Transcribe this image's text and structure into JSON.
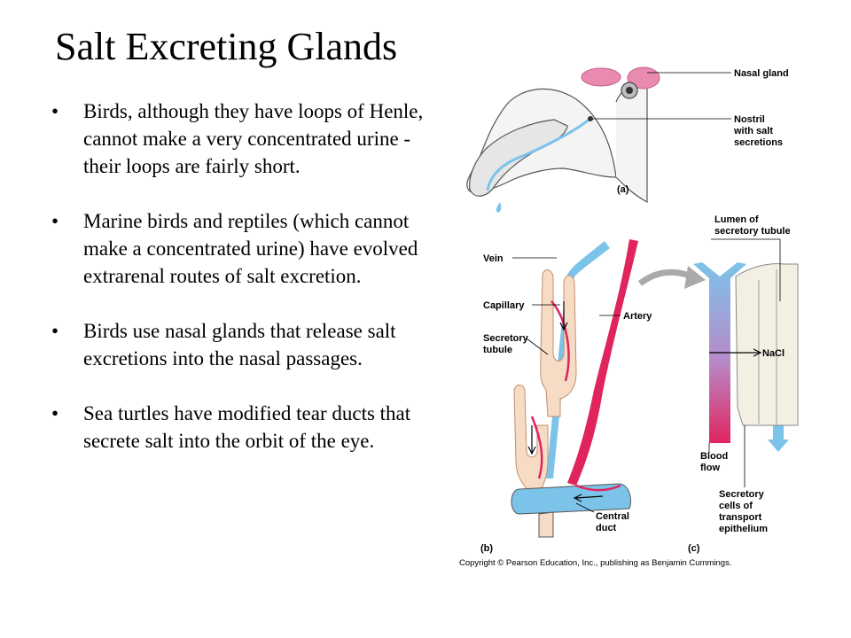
{
  "title": "Salt Excreting Glands",
  "bullet_glyph": "•",
  "bullets": [
    "Birds, although they have loops of Henle, cannot make a very concentrated urine - their loops are fairly short.",
    "Marine birds and reptiles (which cannot make a concentrated urine) have evolved extrarenal routes of salt excretion.",
    "Birds use nasal glands that release salt excretions into the nasal passages.",
    "Sea turtles have modified tear ducts that secrete salt into the orbit of the eye."
  ],
  "figure": {
    "labels": {
      "nasal_gland": "Nasal gland",
      "nostril_1": "Nostril",
      "nostril_2": "with salt",
      "nostril_3": "secretions",
      "panel_a": "(a)",
      "lumen_1": "Lumen of",
      "lumen_2": "secretory tubule",
      "vein": "Vein",
      "capillary": "Capillary",
      "artery": "Artery",
      "secretory_1": "Secretory",
      "secretory_2": "tubule",
      "nacl": "NaCl",
      "blood_1": "Blood",
      "blood_2": "flow",
      "central_1": "Central",
      "central_2": "duct",
      "cells_1": "Secretory",
      "cells_2": "cells of",
      "cells_3": "transport",
      "cells_4": "epithelium",
      "panel_b": "(b)",
      "panel_c": "(c)",
      "copyright": "Copyright © Pearson Education, Inc., publishing as Benjamin Cummings."
    },
    "colors": {
      "gland": "#e98bb0",
      "artery": "#e0245e",
      "vein": "#7cc3ea",
      "tubule": "#f6dcc4",
      "head_fill": "#f4f4f4",
      "outline": "#555555"
    }
  }
}
